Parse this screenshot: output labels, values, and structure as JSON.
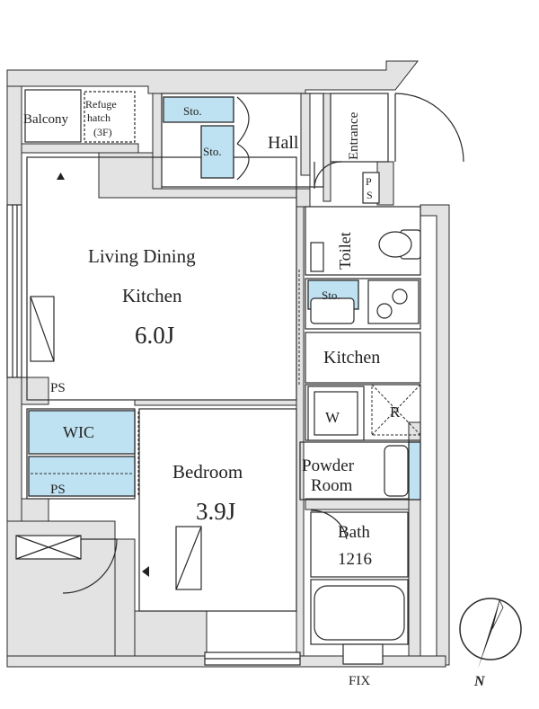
{
  "colors": {
    "wall": "#e3e3e3",
    "line": "#2a2a2a",
    "storage": "#bfe2f2",
    "text": "#222222"
  },
  "rooms": {
    "balcony": "Balcony",
    "refuge_hatch": [
      "Refuge",
      "hatch",
      "(3F)"
    ],
    "storage_a": "Sto.",
    "storage_b": "Sto.",
    "hall": "Hall",
    "entrance": "Entrance",
    "ps_top": [
      "P",
      "S"
    ],
    "toilet": "Toilet",
    "living": [
      "Living Dining",
      "Kitchen"
    ],
    "living_size": "6.0J",
    "kitchen_storage": "Sto.",
    "kitchen": "Kitchen",
    "washer": "W",
    "fridge": "R",
    "ps_mid": "PS",
    "wic": "WIC",
    "ps_low": "PS",
    "bedroom": "Bedroom",
    "bedroom_size": "3.9J",
    "powder_room": [
      "Powder",
      "Room"
    ],
    "bath": [
      "Bath",
      "1216"
    ],
    "fix": "FIX",
    "north": "N"
  }
}
